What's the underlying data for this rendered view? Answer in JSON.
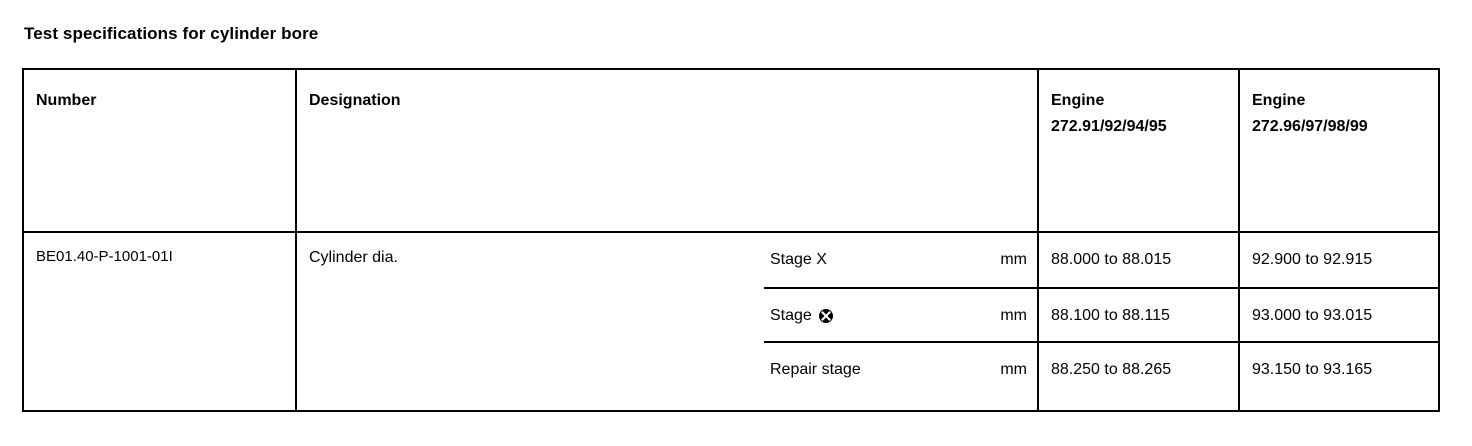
{
  "document": {
    "title": "Test specifications for cylinder bore"
  },
  "table": {
    "headers": {
      "number": "Number",
      "designation": "Designation",
      "engine_1_line1": "Engine",
      "engine_1_line2": "272.91/92/94/95",
      "engine_2_line1": "Engine",
      "engine_2_line2": "272.96/97/98/99"
    },
    "row": {
      "number": "BE01.40-P-1001-01I",
      "designation": "Cylinder dia.",
      "measurements": [
        {
          "stage": "Stage X",
          "stage_symbol": "",
          "unit": "mm",
          "engine_1": "88.000 to 88.015",
          "engine_2": "92.900 to 92.915"
        },
        {
          "stage": "Stage",
          "stage_symbol": "crossed-circle-icon",
          "unit": "mm",
          "engine_1": "88.100 to 88.115",
          "engine_2": "93.000 to 93.015"
        },
        {
          "stage": "Repair stage",
          "stage_symbol": "",
          "unit": "mm",
          "engine_1": "88.250 to 88.265",
          "engine_2": "93.150 to 93.165"
        }
      ]
    }
  },
  "colors": {
    "text": "#000000",
    "background": "#ffffff",
    "rule": "#000000"
  }
}
